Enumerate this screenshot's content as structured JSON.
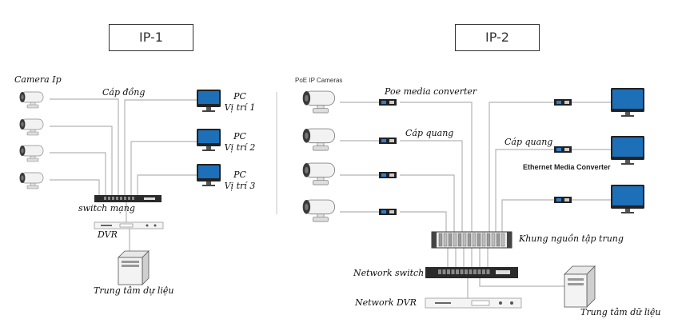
{
  "left": {
    "title": "IP-1",
    "camera_label": "Camera Ip",
    "cable_label": "Cáp đồng",
    "pcs": [
      {
        "name": "PC",
        "location": "Vị trí 1"
      },
      {
        "name": "PC",
        "location": "Vị trí 2"
      },
      {
        "name": "PC",
        "location": "Vị trí 3"
      }
    ],
    "switch_label": "switch mạng",
    "dvr_label": "DVR",
    "server_label": "Trung tâm dự liệu"
  },
  "right": {
    "title": "IP-2",
    "camera_label": "PoE IP Cameras",
    "converter_label": "Poe media converter",
    "fiber_label_cam": "Cáp quang",
    "fiber_label_pc": "Cáp quang",
    "eth_converter_label": "Ethernet Media Converter",
    "rack_label": "Khung nguồn tập trung",
    "switch_label": "Network switch",
    "dvr_label": "Network DVR",
    "server_label": "Trung tâm dữ liệu"
  },
  "icons": {
    "camera": "cctv-camera-icon",
    "monitor": "pc-monitor-icon",
    "switch": "network-switch-icon",
    "dvr": "dvr-recorder-icon",
    "server": "server-tower-icon",
    "converter": "media-converter-icon",
    "rack": "fiber-chassis-icon"
  },
  "colors": {
    "cable": "#b5b5b5",
    "device_dark": "#2a2a2a",
    "camera_body": "#f2f2f2",
    "screen": "#1d6fb8",
    "converter_blue": "#2d7fd0"
  }
}
